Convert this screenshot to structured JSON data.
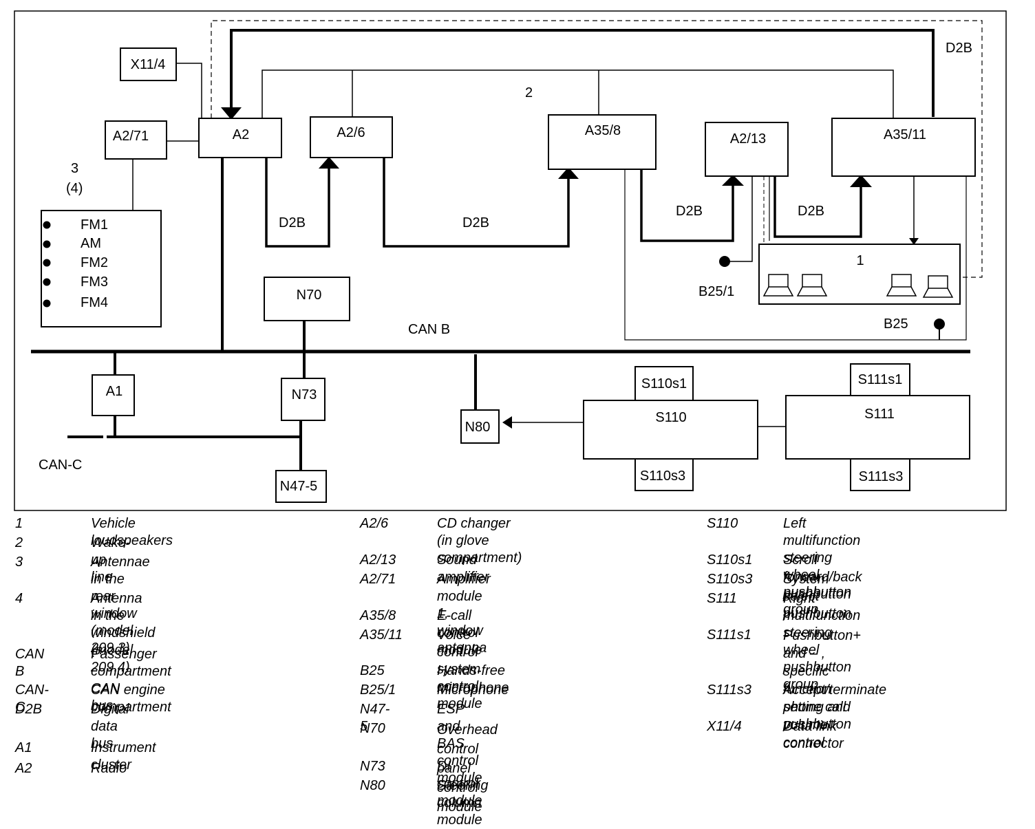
{
  "diagram": {
    "boxes": {
      "x11_4": "X11/4",
      "a2_71": "A2/71",
      "a2": "A2",
      "a2_6": "A2/6",
      "a35_8": "A35/8",
      "a2_13": "A2/13",
      "a35_11": "A35/11",
      "n70": "N70",
      "a1": "A1",
      "n73": "N73",
      "n47_5": "N47-5",
      "n80": "N80",
      "s110": "S110",
      "s110s1": "S110s1",
      "s110s3": "S110s3",
      "s111": "S111",
      "s111s1": "S111s1",
      "s111s3": "S111s3",
      "speakers": "1"
    },
    "antenna_items": [
      "FM1",
      "AM",
      "FM2",
      "FM3",
      "FM4"
    ],
    "labels": {
      "d2b_top": "D2B",
      "wake": "2",
      "antenna_num": "3",
      "antenna_num2": "(4)",
      "d2b_1": "D2B",
      "d2b_2": "D2B",
      "d2b_3": "D2B",
      "d2b_4": "D2B",
      "b25_1": "B25/1",
      "b25": "B25",
      "can_b": "CAN B",
      "can_c": "CAN-C"
    }
  },
  "legend": {
    "col1": [
      {
        "code": "1",
        "desc": "Vehicle loudspeakers"
      },
      {
        "code": "2",
        "desc": "Wake-up line"
      },
      {
        "code": "3",
        "desc": "Antennae in the rear window\n(model 209.3)"
      },
      {
        "code": "4",
        "desc": "Antenna in the windshield\n(model 209.4)"
      },
      {
        "code": "CAN B",
        "desc": "Passenger compartment CAN\nbus"
      },
      {
        "code": "CAN-C",
        "desc": "CAN engine compartment"
      },
      {
        "code": "D2B",
        "desc": "Digital data bus"
      },
      {
        "code": "A1",
        "desc": "Instrument cluster"
      },
      {
        "code": "A2",
        "desc": "Radio"
      }
    ],
    "col2": [
      {
        "code": "A2/6",
        "desc": "CD changer (in glove\ncompartment)"
      },
      {
        "code": "A2/13",
        "desc": "Sound amplifier"
      },
      {
        "code": "A2/71",
        "desc": "Amplifier module 1, window\nantenna"
      },
      {
        "code": "A35/8",
        "desc": "E-call control module"
      },
      {
        "code": "A35/11",
        "desc": "Voice control system control\nmodule"
      },
      {
        "code": "B25",
        "desc": "Hands-free microphone"
      },
      {
        "code": "B25/1",
        "desc": "Microphone"
      },
      {
        "code": "N47-5",
        "desc": "ESP and BAS control module"
      },
      {
        "code": "N70",
        "desc": "Overhead control panel control\nmodule"
      },
      {
        "code": "N73",
        "desc": "DI control module"
      },
      {
        "code": "N80",
        "desc": "Steering column module"
      }
    ],
    "col3": [
      {
        "code": "S110",
        "desc": "Left multifunction steering wheel\npushbutton group"
      },
      {
        "code": "S110s1",
        "desc": "Scroll forward/back pushbutton"
      },
      {
        "code": "S110s3",
        "desc": "System select pushbutton"
      },
      {
        "code": "S111",
        "desc": "Right multifunction steering\nwheel pushbutton group"
      },
      {
        "code": "S111s1",
        "desc": "Pushbutton+ and – , specific\nfunction setting and volume\ncontrol"
      },
      {
        "code": "S111s3",
        "desc": "Accept/terminate phone call\npushbutton"
      },
      {
        "code": "X11/4",
        "desc": "Data link connector"
      }
    ]
  }
}
